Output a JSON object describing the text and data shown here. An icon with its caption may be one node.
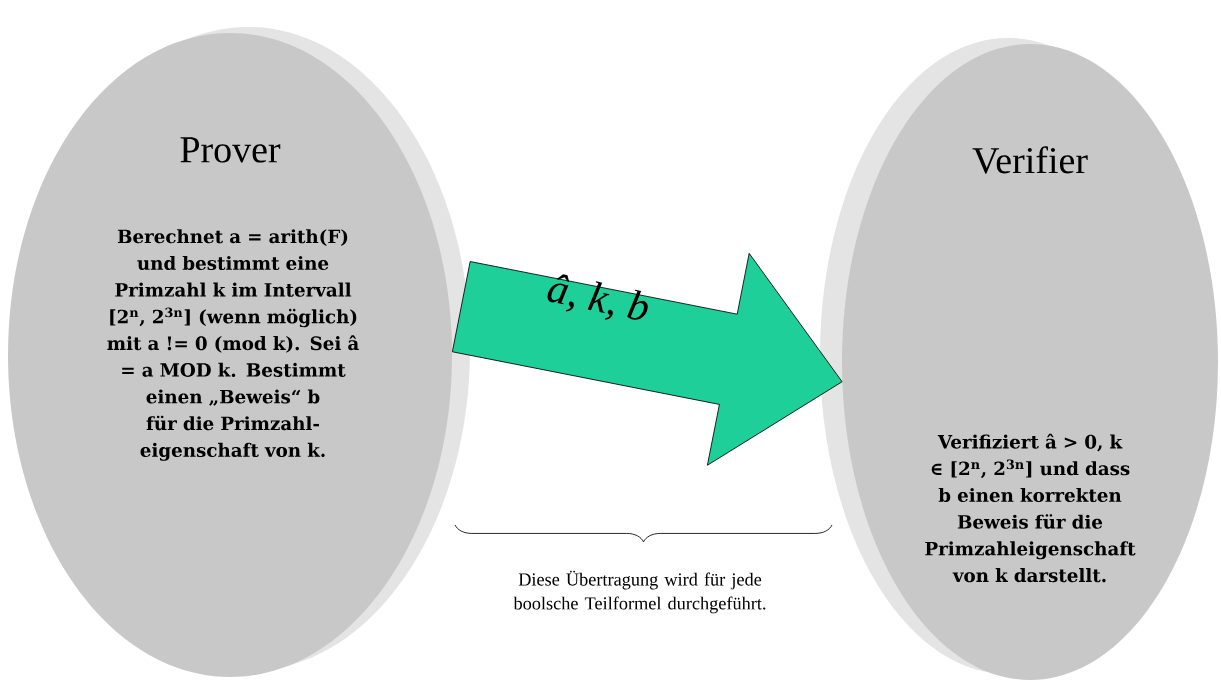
{
  "diagram": {
    "nodes": [
      {
        "text": [
          "Prover",
          "Berechnet a = arith(F) und bestimmt eine Primzahl k im Intervall [2$^{n}$, 2$^{3n}$] (wenn möglich) mit a != 0 (mod k). Sei â = a MOD k. Bestimmt einen „Beweis“ b für die Primzahl- eigenschaft von k."
        ]
      },
      {
        "text": [
          "Verifier",
          "Verifiziert â > 0, k ∈ [2$^{n}$, 2$^{3n}$] und dass b einen korrekten Beweis für die Primzahleigenschaft von k darstellt."
        ]
      }
    ],
    "edges": [
      {
        "from": 0,
        "to": 1,
        "arrow": "to",
        "label": "â, k, b"
      }
    ],
    "labels": [
      "Diese Übertragung wird für jede boolsche Teilformel durchgeführt."
    ]
  }
}
